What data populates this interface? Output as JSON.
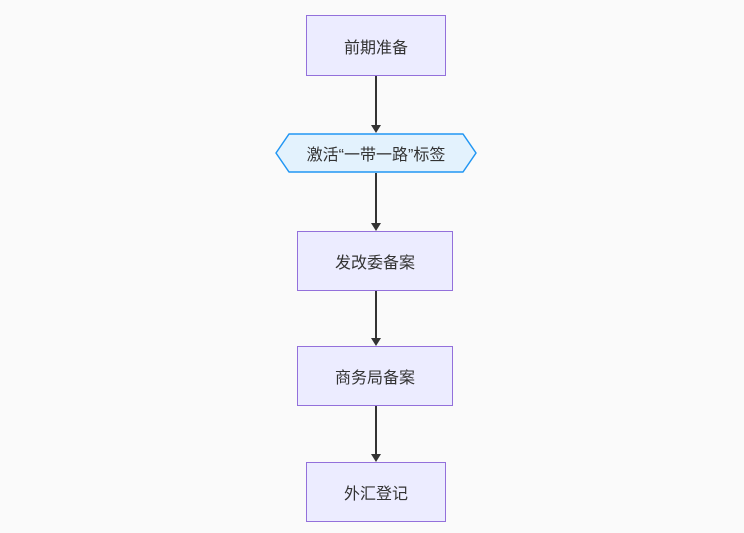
{
  "diagram": {
    "type": "flowchart",
    "direction": "top-to-bottom",
    "nodes": [
      {
        "id": "prep",
        "shape": "rect",
        "label": "前期准备"
      },
      {
        "id": "activate",
        "shape": "hexagon",
        "label": "激活“一带一路”标签"
      },
      {
        "id": "ndrc",
        "shape": "rect",
        "label": "发改委备案"
      },
      {
        "id": "commerce",
        "shape": "rect",
        "label": "商务局备案"
      },
      {
        "id": "forex",
        "shape": "rect",
        "label": "外汇登记"
      }
    ],
    "edges": [
      {
        "from": "prep",
        "to": "activate",
        "arrow": "down"
      },
      {
        "from": "activate",
        "to": "ndrc",
        "arrow": "down"
      },
      {
        "from": "ndrc",
        "to": "commerce",
        "arrow": "down"
      },
      {
        "from": "commerce",
        "to": "forex",
        "arrow": "down"
      }
    ],
    "colors": {
      "background": "#fafafa",
      "rect_fill": "#ECECFF",
      "rect_border": "#9370DB",
      "hexagon_fill": "#E3F2FD",
      "hexagon_border": "#2196F3",
      "arrow": "#333333",
      "text": "#333333"
    }
  }
}
